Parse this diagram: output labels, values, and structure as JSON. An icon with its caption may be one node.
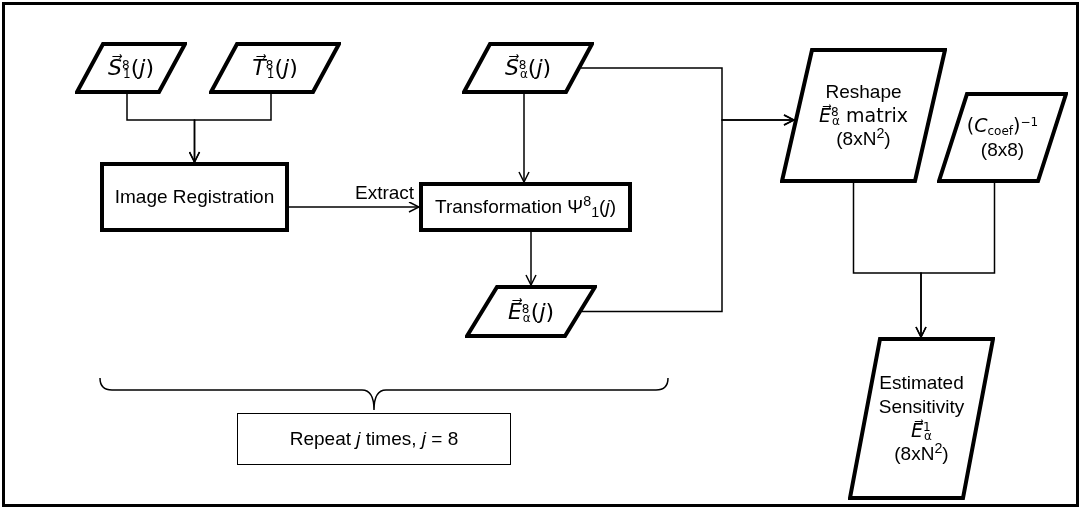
{
  "diagram": {
    "nodes": [
      {
        "text": [
          "*S⃗*$^{8}$$_{1}$(*j*)"
        ]
      },
      {
        "text": [
          "*T⃗*$^{8}$$_{1}$(*j*)"
        ]
      },
      {
        "text": [
          "Image Registration"
        ]
      },
      {
        "text": [
          "*S⃗*$^{8}$$_{α}$(*j*)"
        ]
      },
      {
        "text": [
          "Transformation Ψ$^{8}$$_{1}$(*j*)"
        ]
      },
      {
        "text": [
          "*E⃗*$^{8}$$_{α}$(*j*)"
        ]
      },
      {
        "text": [
          "Reshape",
          "*E⃗*$^{8}$$_{α}$ matrix",
          "(8xN$^{2}$)"
        ]
      },
      {
        "text": [
          "(*C*$_{coef}$)$^{−1}$",
          "(8x8)"
        ]
      },
      {
        "text": [
          "Estimated Sensitivity",
          "*E⃗*$^{1}$$_{α}$",
          "(8xN$^{2}$)"
        ]
      },
      {
        "text": [
          "Repeat *j* times, *j* = 8"
        ]
      }
    ],
    "edges": [
      {
        "from": 0,
        "to": 2,
        "arrow": "to"
      },
      {
        "from": 1,
        "to": 2,
        "arrow": "to"
      },
      {
        "from": 2,
        "to": 4,
        "arrow": "to",
        "label": "Extract"
      },
      {
        "from": 3,
        "to": 4,
        "arrow": "to"
      },
      {
        "from": 4,
        "to": 5,
        "arrow": "to"
      },
      {
        "from": 3,
        "to": 6,
        "arrow": "to"
      },
      {
        "from": 5,
        "to": 6,
        "arrow": "to"
      },
      {
        "from": 6,
        "to": 8,
        "arrow": "to"
      },
      {
        "from": 7,
        "to": 8,
        "arrow": "to"
      }
    ]
  }
}
